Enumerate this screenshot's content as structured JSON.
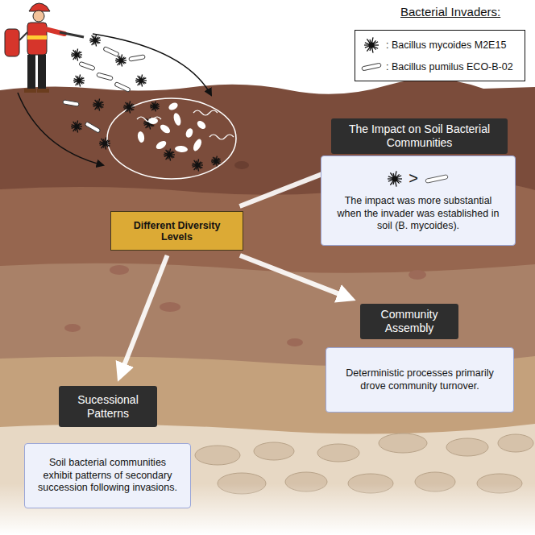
{
  "diagram": {
    "nodes": [
      {
        "text": [
          "Different Diversity Levels"
        ]
      },
      {
        "text": [
          "The Impact on Soil Bacterial Communities"
        ]
      },
      {
        "text": [
          ">",
          "The impact was more substantial when the invader was established in soil (B. mycoides)."
        ]
      },
      {
        "text": [
          "Community Assembly"
        ]
      },
      {
        "text": [
          "Deterministic processes primarily drove community turnover."
        ]
      },
      {
        "text": [
          "Sucessional Patterns"
        ]
      },
      {
        "text": [
          "Soil bacterial communities exhibit patterns of secondary succession following invasions."
        ]
      }
    ],
    "edges": [
      {
        "from": 0,
        "to": 1,
        "arrow": "to"
      },
      {
        "from": 0,
        "to": 3,
        "arrow": "to"
      },
      {
        "from": 0,
        "to": 5,
        "arrow": "to"
      }
    ],
    "labels": [
      "Bacterial Invaders:"
    ],
    "legend": [
      {
        "text": ": Bacillus mycoides M2E15"
      },
      {
        "text": ": Bacillus pumilus ECO-B-02"
      }
    ]
  }
}
